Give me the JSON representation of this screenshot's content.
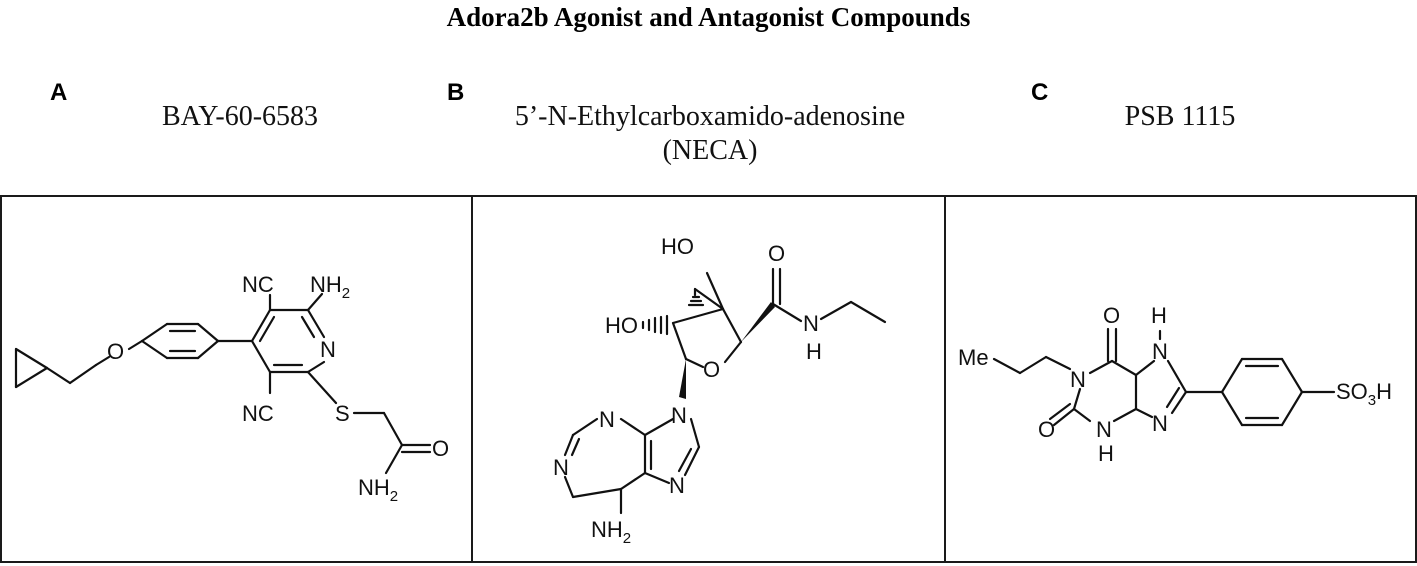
{
  "figure": {
    "title": "Adora2b Agonist and Antagonist Compounds"
  },
  "panels": [
    {
      "letter": "A",
      "name_line1": "BAY-60-6583",
      "name_line2": "",
      "labels": {
        "nc1": "NC",
        "nh2_top": "NH",
        "nh2_top_sub": "2",
        "n_ring": "N",
        "o_ether": "O",
        "nc2": "NC",
        "s": "S",
        "o_amide": "O",
        "nh2_bottom": "NH",
        "nh2_bottom_sub": "2"
      }
    },
    {
      "letter": "B",
      "name_line1": "5’-N-Ethylcarboxamido-adenosine",
      "name_line2": "(NECA)",
      "labels": {
        "ho_top": "HO",
        "ho_left": "HO",
        "o_carbonyl": "O",
        "n_amide": "N",
        "h_amide": "H",
        "o_ring": "O",
        "n9": "N",
        "n3": "N",
        "n1": "N",
        "n7": "N",
        "nh2": "NH",
        "nh2_sub": "2"
      }
    },
    {
      "letter": "C",
      "name_line1": "PSB 1115",
      "name_line2": "",
      "labels": {
        "me": "Me",
        "n1": "N",
        "o6": "O",
        "h7": "H",
        "n7": "N",
        "n9": "N",
        "o2": "O",
        "n3": "N",
        "h3": "H",
        "so3h_a": "SO",
        "so3h_sub": "3",
        "so3h_b": "H"
      }
    }
  ]
}
